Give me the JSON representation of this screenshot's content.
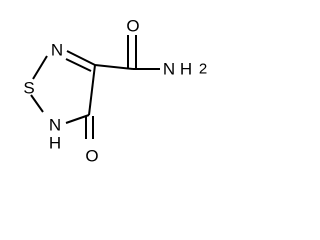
{
  "molecule": {
    "atoms": {
      "n_ring": "N",
      "s_ring": "S",
      "nh_ring": "N",
      "nh_h": "H",
      "o_carbonyl": "O",
      "o_amide": "O",
      "n_amide": "N",
      "h2_amide": "H",
      "h2_subscript": "2"
    }
  },
  "colors": {
    "bond": "#000000",
    "label": "#000000",
    "background": "#ffffff"
  }
}
